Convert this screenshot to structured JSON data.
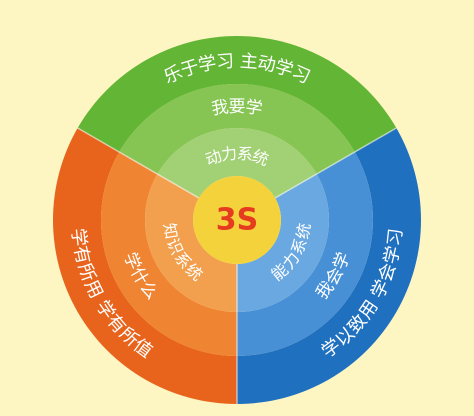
{
  "center": {
    "label": "3S"
  },
  "sectors": [
    {
      "id": "motivation",
      "system": "动力系统",
      "question": "我要学",
      "outer": "乐于学习  主动学习",
      "colors": {
        "outer": "#63b535",
        "mid": "#86c453",
        "inner": "#a2d074"
      }
    },
    {
      "id": "ability",
      "system": "能力系统",
      "question": "我会学",
      "outer": "学以致用  学会学习",
      "colors": {
        "outer": "#2070c0",
        "mid": "#4790d5",
        "inner": "#6aa8e2"
      }
    },
    {
      "id": "knowledge",
      "system": "知识系统",
      "question": "学什么",
      "outer": "学有所用  学有所值",
      "colors": {
        "outer": "#e8641c",
        "mid": "#ef8432",
        "inner": "#f3a04e"
      }
    }
  ],
  "colors": {
    "background": "#fdf6c3",
    "center_fill": "#f4d23c",
    "center_text": "#e53b1e",
    "divider": "#ffffff"
  }
}
